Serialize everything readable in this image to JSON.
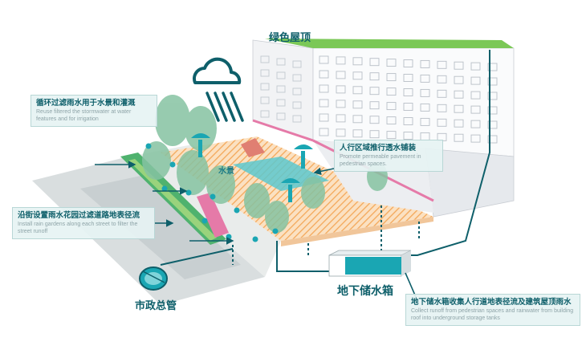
{
  "labels": {
    "green_roof": "绿色屋顶",
    "water_feature": "水景",
    "storage_tank": "地下储水箱",
    "municipal_pipe": "市政总管"
  },
  "callouts": {
    "recycle": {
      "zh": "循环过滤雨水用于水景和灌溉",
      "en": "Reuse filtered the stormwater at water features and for irrigation"
    },
    "permeable": {
      "zh": "人行区域推行透水铺装",
      "en": "Promote permeable pavement in pedestrian spaces."
    },
    "raingarden": {
      "zh": "沿街设置雨水花园过滤道路地表径流",
      "en": "Install rain gardens along each street to filter the street runoff"
    },
    "tank": {
      "zh": "地下储水箱收集人行道地表径流及建筑屋顶雨水",
      "en": "Collect runoff from pedestrian spaces and rainwater from building roof into underground storage tanks"
    }
  },
  "colors": {
    "teal": "#1aa6b3",
    "dark_teal": "#0e5f6a",
    "orange": "#f4a85a",
    "roof_green": "#7bc857",
    "pink": "#e57aa8",
    "tree": "#86c3a2",
    "water": "#5cc8cf"
  }
}
